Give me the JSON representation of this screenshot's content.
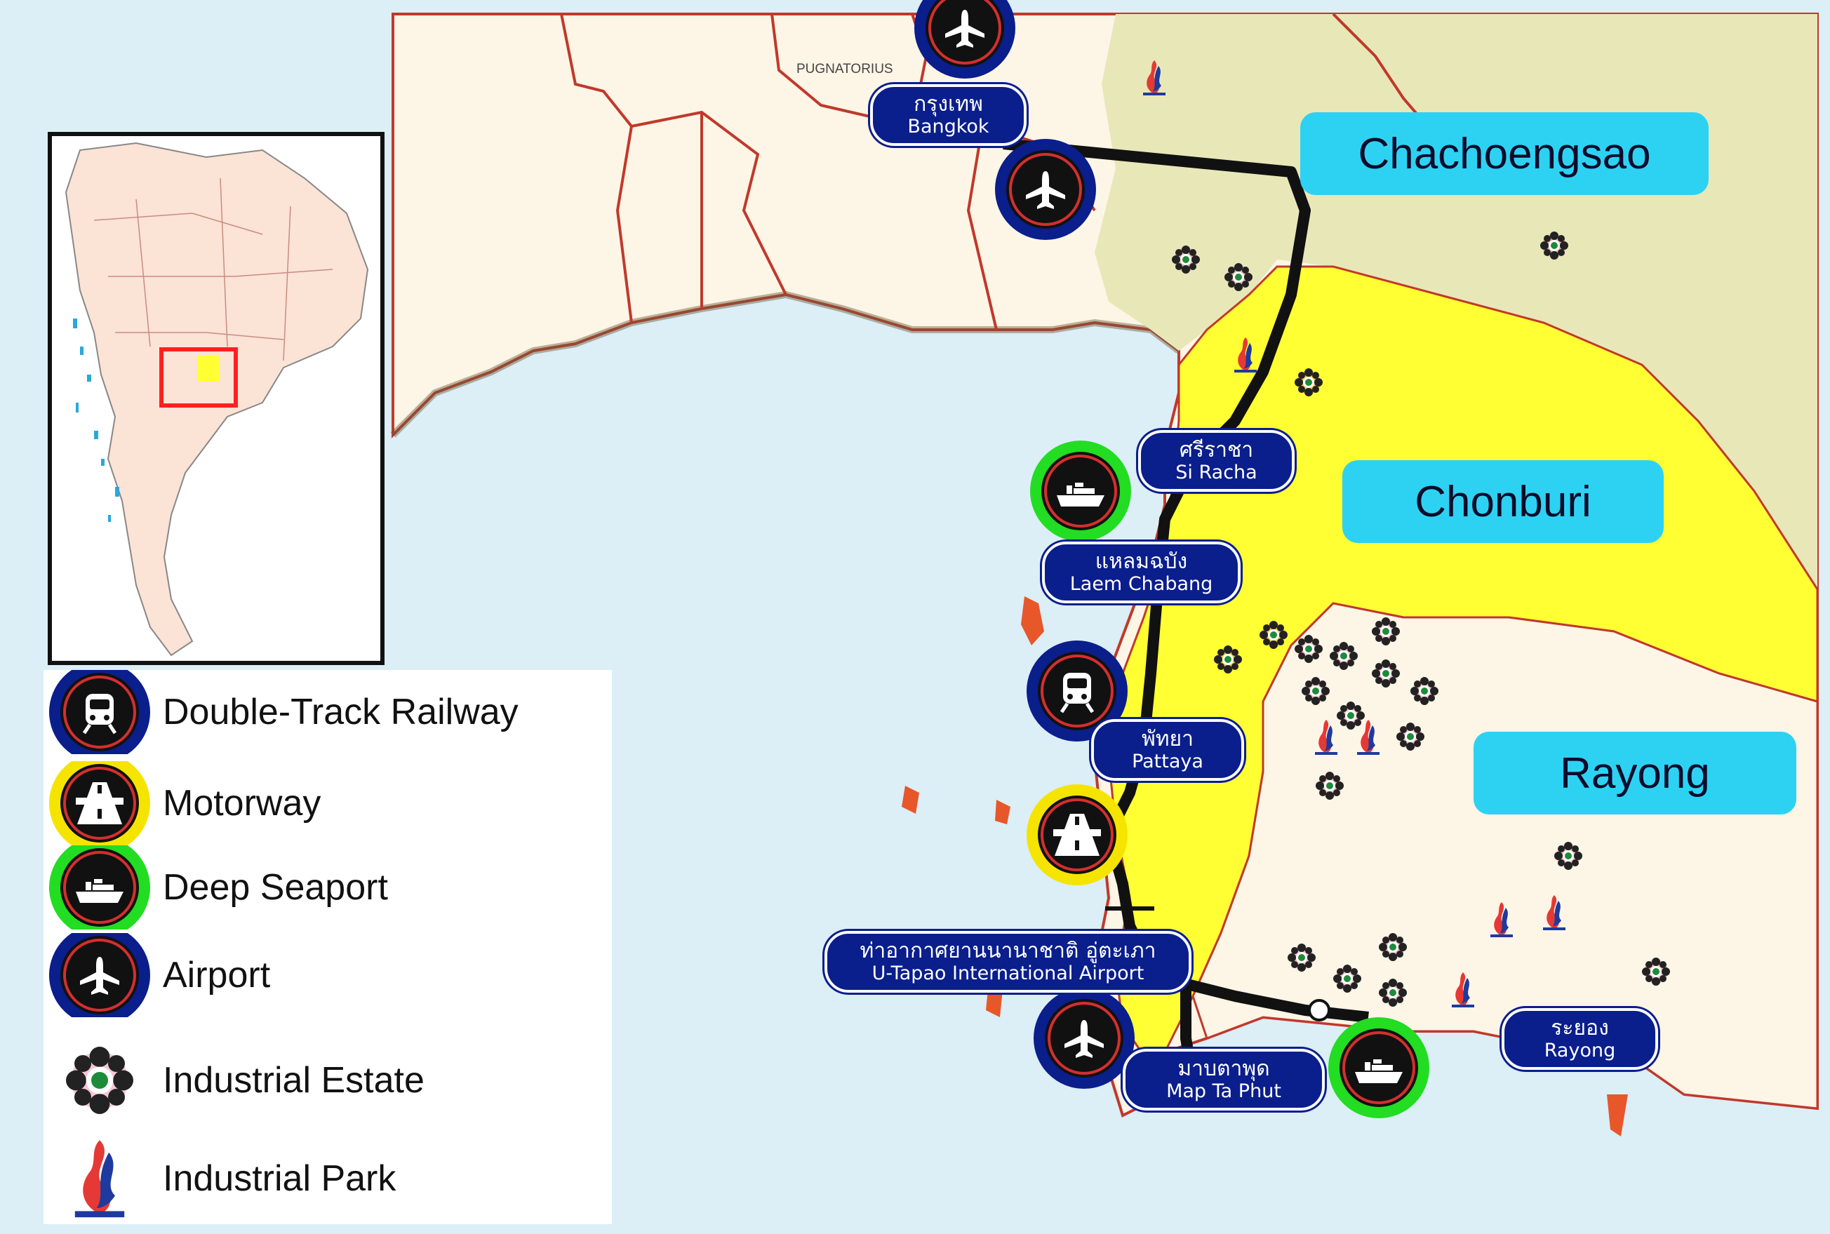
{
  "regions": {
    "chachoengsao": "Chachoengsao",
    "chonburi": "Chonburi",
    "rayong": "Rayong"
  },
  "places": {
    "bangkok": {
      "th": "กรุงเทพ",
      "en": "Bangkok"
    },
    "si_racha": {
      "th": "ศรีราชา",
      "en": "Si Racha"
    },
    "laem_chabang": {
      "th": "แหลมฉบัง",
      "en": "Laem Chabang"
    },
    "pattaya": {
      "th": "พัทยา",
      "en": "Pattaya"
    },
    "u_tapao": {
      "th": "ท่าอากาศยานนานาชาติ อู่ตะเภา",
      "en": "U-Tapao International Airport"
    },
    "map_ta_phut": {
      "th": "มาบตาพุด",
      "en": "Map Ta Phut"
    },
    "rayong_town": {
      "th": "ระยอง",
      "en": "Rayong"
    }
  },
  "small_label": "PUGNATORIUS",
  "legend": [
    {
      "label": "Double-Track Railway",
      "icon": "railway-icon",
      "ring": "#0a1e8c"
    },
    {
      "label": "Motorway",
      "icon": "motorway-icon",
      "ring": "#f5e400"
    },
    {
      "label": "Deep Seaport",
      "icon": "seaport-icon",
      "ring": "#22dd22"
    },
    {
      "label": "Airport",
      "icon": "airport-icon",
      "ring": "#0a1e8c"
    },
    {
      "label": "Industrial Estate",
      "icon": "industrial-estate-icon"
    },
    {
      "label": "Industrial Park",
      "icon": "industrial-park-icon"
    }
  ],
  "colors": {
    "sea": "#dceef6",
    "land": "#fdf5e6",
    "province_green": "#e8e7b8",
    "chonburi_yellow": "#ffff33",
    "rail": "#111111",
    "pill": "#0a1e8c",
    "region_box": "#2dd2f3",
    "border_red": "#c0392b"
  }
}
